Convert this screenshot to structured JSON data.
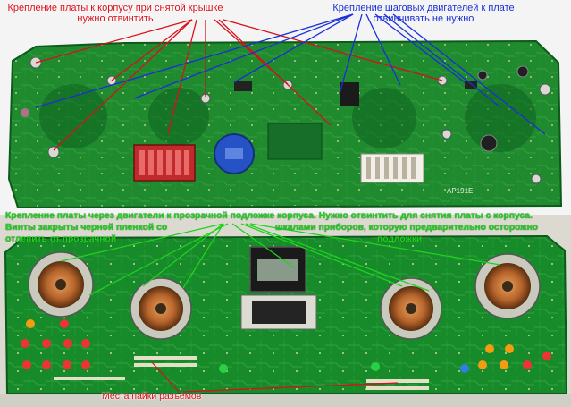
{
  "annotations": {
    "top_left_line1": "Крепление платы к корпусу при снятой крышке",
    "top_left_line2": "нужно отвинтить",
    "top_right_line1": "Крепление шаговых двигателей к плате",
    "top_right_line2": "отвинчивать не нужно",
    "middle_line1": "Крепление платы через двигатели к прозрачной подложке корпуса. Нужно отвинтить для снятия платы с корпуса.",
    "middle_line2a": "Винты закрыты черной пленкой со",
    "middle_line2b": "шкалами приборов,  которую предварительно осторожно",
    "middle_line3a": "отлепить от прозрачной",
    "middle_line3b": "подложки",
    "bottom_label": "Места пайки разъемов"
  },
  "board_marks": {
    "top_code": "AP191E"
  },
  "colors": {
    "pcb_green": "#1f8a2e",
    "pcb_dark": "#0d5a1c",
    "annotation_red": "#d8101a",
    "annotation_blue": "#1a2fd8",
    "annotation_green": "#1fd21f"
  }
}
